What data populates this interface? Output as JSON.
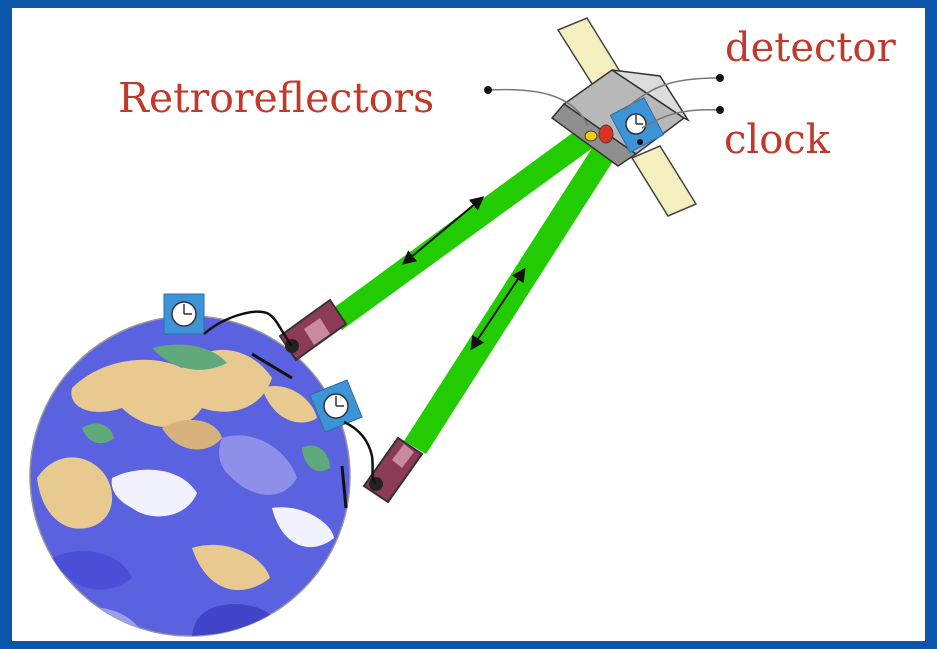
{
  "labels": {
    "retroreflectors": "Retroreflectors",
    "detector": "detector",
    "clock": "clock"
  },
  "colors": {
    "frame": "#0b56aa",
    "background": "#ffffff",
    "label_text": "#c0392b",
    "beam": "#22cc00",
    "satellite_body": "#b8b8b8",
    "solar_panel": "#f5eebf",
    "clock_face": "#3c93d6",
    "telescope": "#8c3a55",
    "earth_ocean": "#5a62e0",
    "earth_land": "#e8c98f"
  },
  "icons": [
    "satellite-icon",
    "solar-panel-icon",
    "clock-icon",
    "telescope-icon",
    "earth-globe-icon",
    "double-arrow-icon"
  ]
}
